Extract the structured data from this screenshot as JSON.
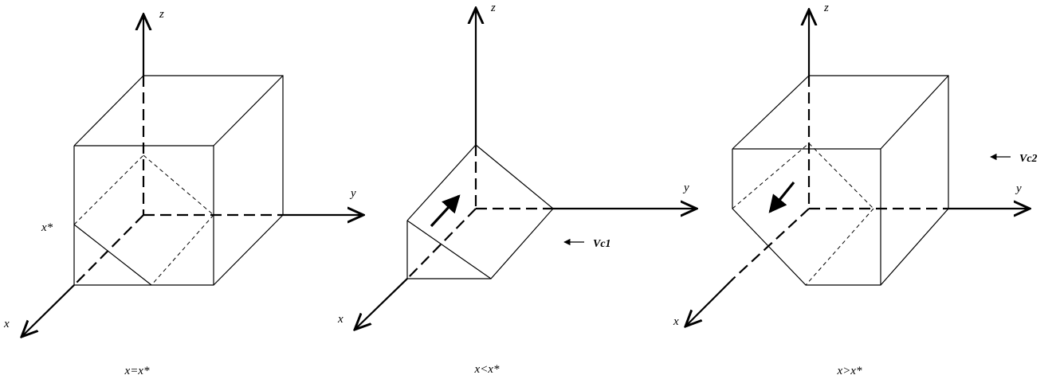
{
  "panels": [
    {
      "axis_labels": {
        "x": "x",
        "y": "y",
        "z": "z"
      },
      "marker": "x*",
      "caption": "x=x*"
    },
    {
      "axis_labels": {
        "x": "x",
        "y": "y",
        "z": "z"
      },
      "velocity_label": "Vc1",
      "caption": "x<x*"
    },
    {
      "axis_labels": {
        "x": "x",
        "y": "y",
        "z": "z"
      },
      "velocity_label": "Vc2",
      "caption": "x>x*"
    }
  ]
}
